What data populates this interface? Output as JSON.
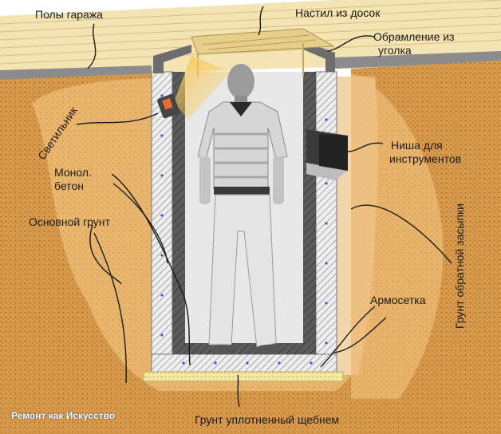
{
  "labels": {
    "garage_floor": "Полы гаража",
    "board_deck": "Настил из досок",
    "angle_frame_1": "Обрамление из",
    "angle_frame_2": "уголка",
    "lamp": "Светильник",
    "monolith_1": "Монол.",
    "monolith_2": "бетон",
    "tool_niche_1": "Ниша для",
    "tool_niche_2": "инструментов",
    "native_soil": "Основной грунт",
    "backfill_soil": "Грунт обратной засыпки",
    "mesh": "Армосетка",
    "gravel_base": "Грунт уплотненный щебнем"
  },
  "watermark": "Ремонт как Искусство",
  "colors": {
    "soil_outer": "#c98a3b",
    "soil_inner": "#e8b066",
    "concrete": "#dcdcdc",
    "pit_floor": "#5a5a5a",
    "planks": "#e6d089",
    "frame_metal": "#6d6d6d",
    "mesh_dots": "#2a5bd8",
    "gravel": "#f2e7a0"
  },
  "icons": {
    "lamp": "lamp-icon",
    "person": "person-figure-icon",
    "niche": "tool-niche-icon"
  }
}
